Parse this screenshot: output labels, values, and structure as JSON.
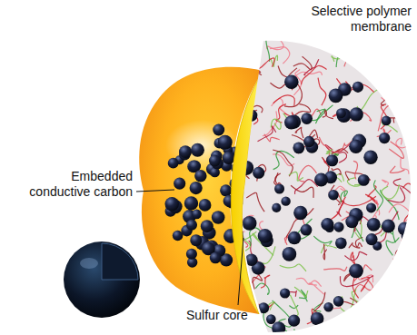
{
  "diagram": {
    "labels": [
      "Selective polymer membrane",
      "Embedded conductive carbon",
      "Sulfur core"
    ]
  }
}
